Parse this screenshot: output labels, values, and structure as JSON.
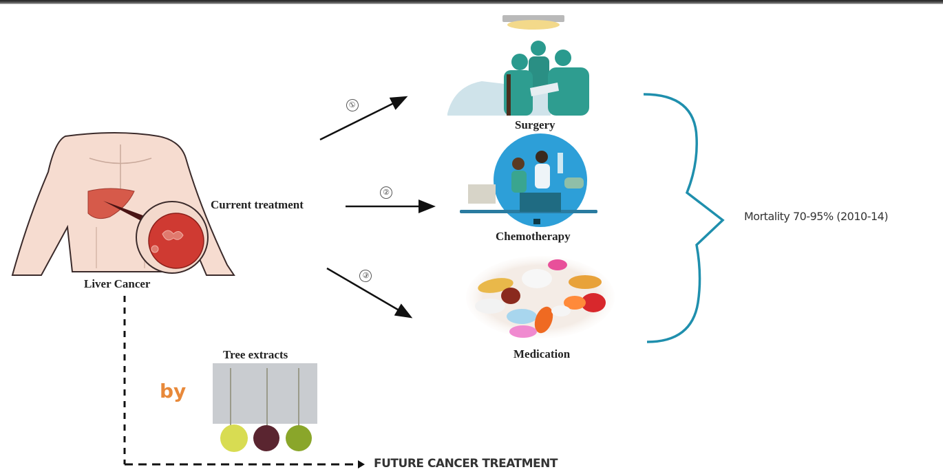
{
  "figure": {
    "source": {
      "label": "Liver Cancer",
      "icon": "torso-liver-icon"
    },
    "current_treatment_label": "Current treatment",
    "treatments": [
      {
        "step": "①",
        "label": "Surgery",
        "icon": "surgery-team-icon"
      },
      {
        "step": "②",
        "label": "Chemotherapy",
        "icon": "chemotherapy-icon"
      },
      {
        "step": "③",
        "label": "Medication",
        "icon": "pills-icon"
      }
    ],
    "outcome": {
      "label": "Mortality 70-95% (2010-14)",
      "brace_color": "#1f8fad"
    },
    "alternative": {
      "by_label": "by",
      "by_color": "#e8893a",
      "extracts_label": "Tree extracts",
      "extracts_icon": "flasks-icon",
      "flask_colors": [
        "#d8dc52",
        "#5a2530",
        "#8aa62a"
      ]
    },
    "future": {
      "label": "FUTURE CANCER TREATMENT"
    }
  }
}
